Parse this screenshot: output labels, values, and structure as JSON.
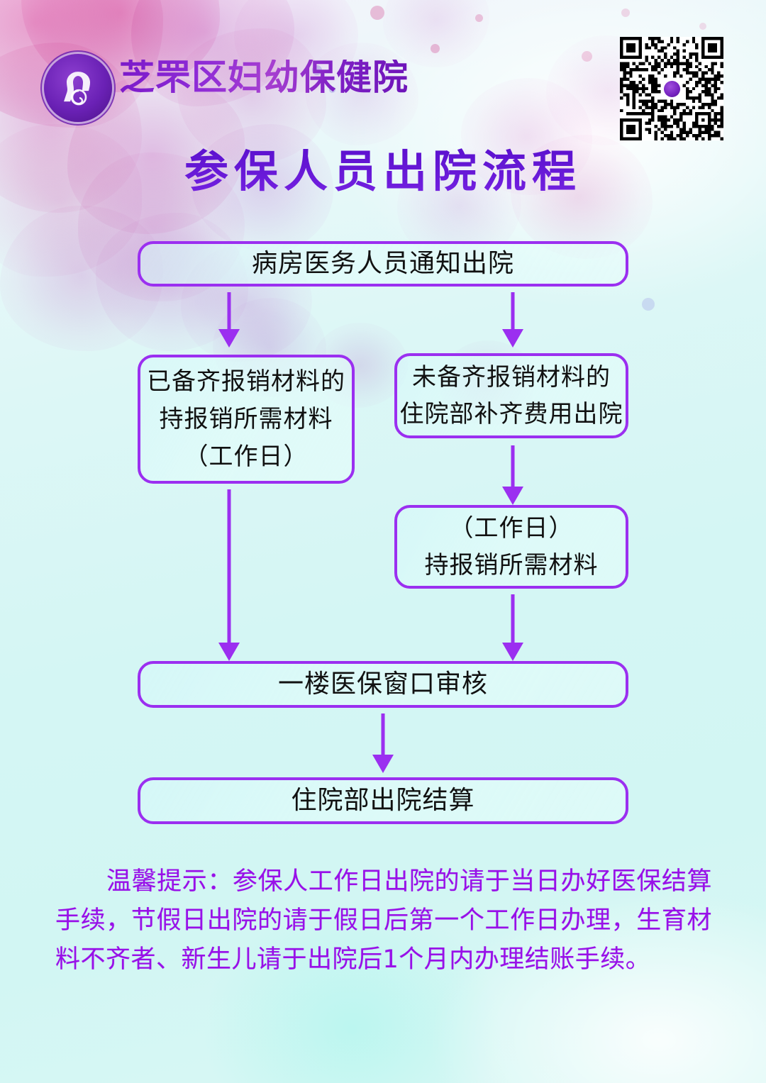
{
  "header": {
    "hospital_name": "芝罘区妇幼保健院",
    "logo_icon": "mother-and-child-emblem-icon",
    "qr_icon": "qr-code-icon"
  },
  "title": "参保人员出院流程",
  "flow": {
    "nodes": [
      {
        "id": "notify",
        "lines": [
          "病房医务人员通知出院"
        ]
      },
      {
        "id": "ready",
        "lines": [
          "已备齐报销材料的",
          "持报销所需材料",
          "（工作日）"
        ]
      },
      {
        "id": "not-ready",
        "lines": [
          "未备齐报销材料的",
          "住院部补齐费用出院"
        ]
      },
      {
        "id": "workday",
        "lines": [
          "（工作日）",
          "持报销所需材料"
        ]
      },
      {
        "id": "review",
        "lines": [
          "一楼医保窗口审核"
        ]
      },
      {
        "id": "settle",
        "lines": [
          "住院部出院结算"
        ]
      }
    ],
    "arrow_icon": "down-arrow-icon"
  },
  "footer_note": "温馨提示：参保人工作日出院的请于当日办好医保结算手续，节假日出院的请于假日后第一个工作日办理，生育材料不齐者、新生儿请于出院后1个月内办理结账手续。",
  "colors": {
    "accent_purple": "#9b2ff0",
    "title_purple": "#5b12c9",
    "note_purple": "#9810e8",
    "background_mint": "#d4f6f4",
    "floral_pink": "#e87fc8"
  }
}
